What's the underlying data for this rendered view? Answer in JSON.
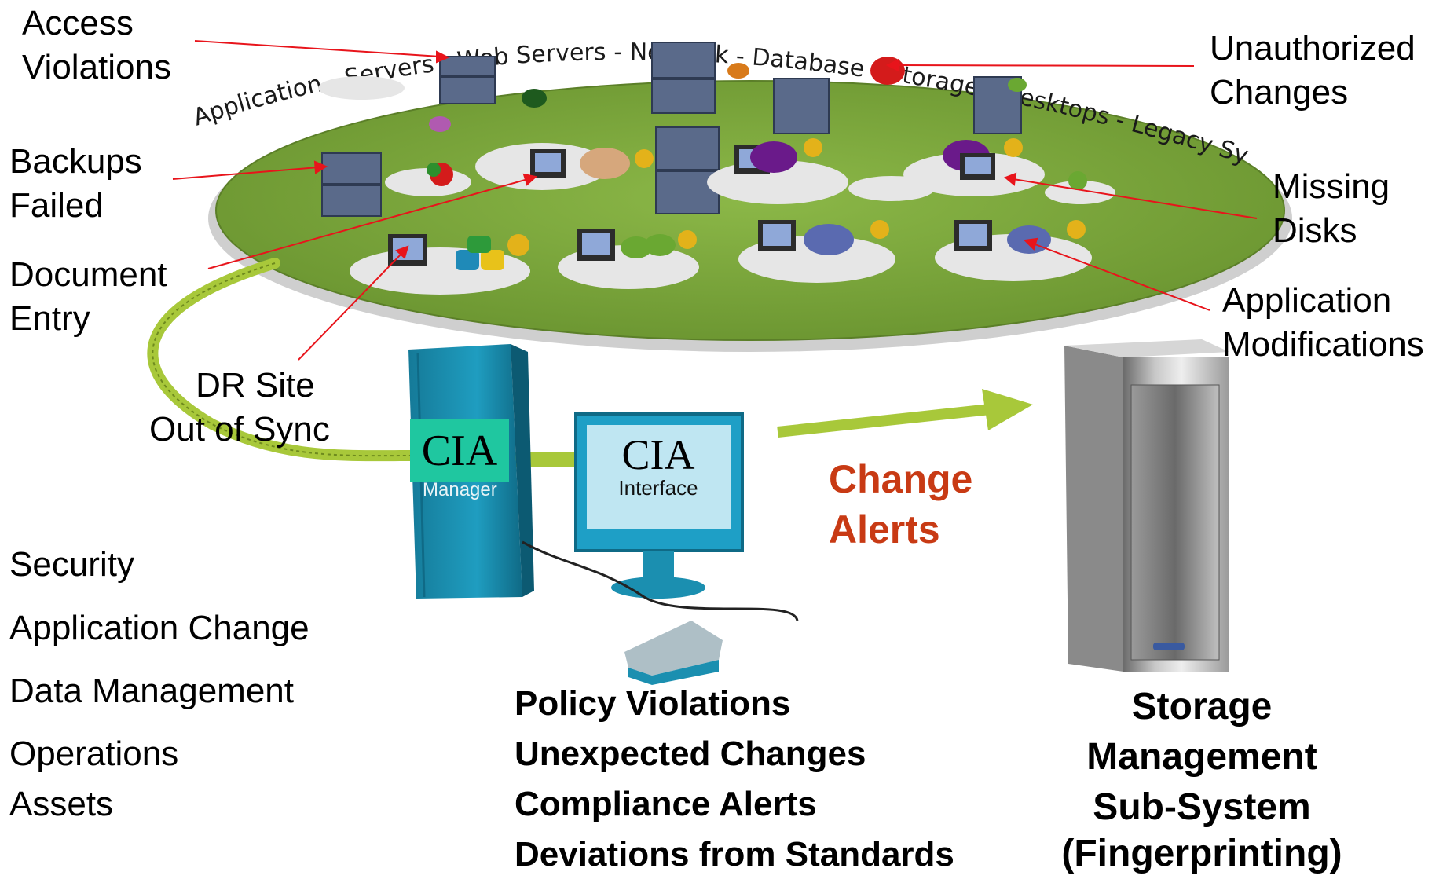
{
  "ring_text": "Application - Servers - Web Servers - Network - Database - Storage - Desktops - Legacy Systems",
  "callouts": {
    "access_violations": [
      "Access",
      "Violations"
    ],
    "unauthorized_changes": [
      "Unauthorized",
      "Changes"
    ],
    "backups_failed": [
      "Backups",
      "Failed"
    ],
    "missing_disks": [
      "Missing",
      "Disks"
    ],
    "document_entry": [
      "Document",
      "Entry"
    ],
    "application_modifications": [
      "Application",
      "Modifications"
    ],
    "dr_site": [
      "DR Site",
      "Out of Sync"
    ]
  },
  "cia_manager": {
    "title": "CIA",
    "subtitle": "Manager"
  },
  "cia_interface": {
    "title": "CIA",
    "subtitle": "Interface"
  },
  "change_alerts": [
    "Change",
    "Alerts"
  ],
  "categories": [
    "Security",
    "Application Change",
    "Data Management",
    "Operations",
    "Assets"
  ],
  "alert_types": [
    "Policy Violations",
    "Unexpected Changes",
    "Compliance Alerts",
    "Deviations from Standards"
  ],
  "storage_label": [
    "Storage",
    "Management",
    "Sub-System",
    "(Fingerprinting)"
  ],
  "colors": {
    "platform_green": "#7aa63a",
    "arrow_red": "#e8141b",
    "change_alerts_orange": "#c83a14",
    "cia_teal": "#1fc7a0",
    "manager_blue": "#1b8fb0",
    "connector_green": "#a8c83a"
  }
}
